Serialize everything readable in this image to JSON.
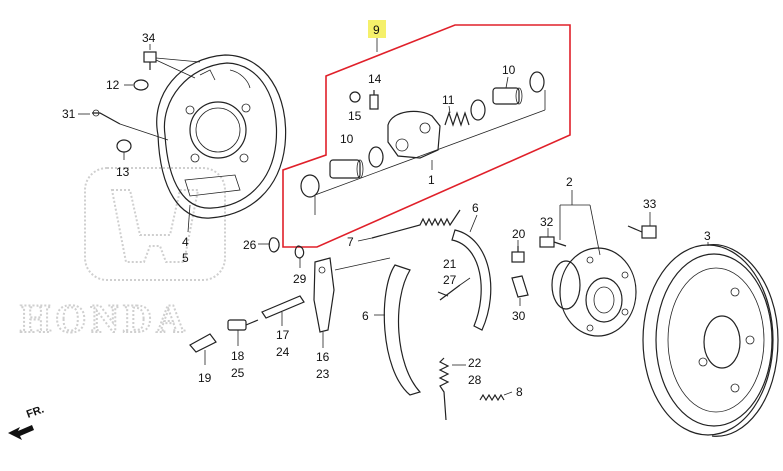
{
  "watermark": {
    "brand": "HONDA"
  },
  "highlight": {
    "label": "9",
    "color": "#f5f06a",
    "box_color": "#e0202a"
  },
  "direction_label": "FR.",
  "callouts": {
    "c1": "1",
    "c2": "2",
    "c3": "3",
    "c4": "4",
    "c5": "5",
    "c6a": "6",
    "c6b": "6",
    "c7": "7",
    "c8": "8",
    "c10a": "10",
    "c10b": "10",
    "c11": "11",
    "c12": "12",
    "c13": "13",
    "c14": "14",
    "c15": "15",
    "c16": "16",
    "c17": "17",
    "c18": "18",
    "c19": "19",
    "c20": "20",
    "c21": "21",
    "c22": "22",
    "c23": "23",
    "c24": "24",
    "c25": "25",
    "c26": "26",
    "c27": "27",
    "c28": "28",
    "c29": "29",
    "c30": "30",
    "c31": "31",
    "c32": "32",
    "c33": "33",
    "c34": "34"
  }
}
